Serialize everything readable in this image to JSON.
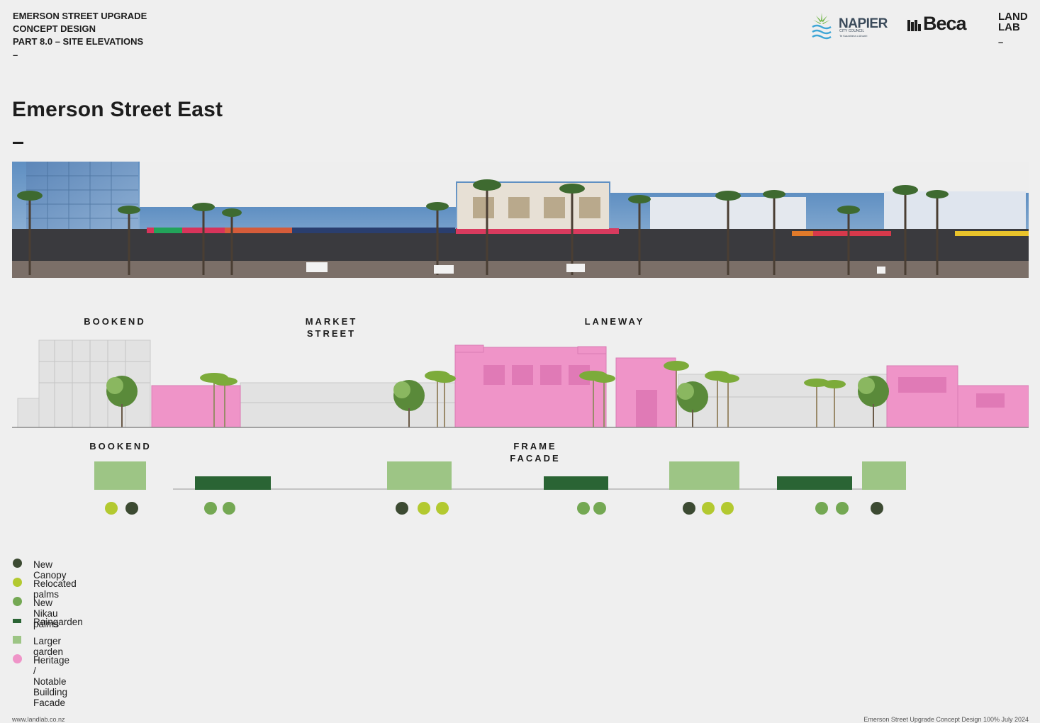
{
  "header": {
    "project": "EMERSON STREET UPGRADE",
    "stage": "CONCEPT DESIGN",
    "part": "PART 8.0 – SITE ELEVATIONS",
    "dash": "–"
  },
  "logos": {
    "napier": {
      "name": "NAPIER",
      "sub": "CITY COUNCIL",
      "sub2": "Te Kaunihera o Ahuriri",
      "icon": "napier-fern-icon"
    },
    "beca": {
      "name": "Beca",
      "icon": "beca-mark-icon"
    },
    "landlab": {
      "line1": "LAND",
      "line2": "LAB",
      "dash": "–"
    }
  },
  "page_title": "Emerson Street East",
  "title_dash": "–",
  "elevation_zones": {
    "bookend": "BOOKEND",
    "market_street_1": "MARKET",
    "market_street_2": "STREET",
    "laneway": "LANEWAY"
  },
  "plan_zones": {
    "bookend": "BOOKEND",
    "frame_1": "FRAME",
    "frame_2": "FACADE"
  },
  "colors": {
    "new_canopy": "#3c4a32",
    "relocated_palms": "#b3c930",
    "new_nikau_palms": "#74a853",
    "raingarden": "#2a6434",
    "larger_garden": "#9dc585",
    "heritage": "#ef94c8"
  },
  "legend": [
    {
      "key": "new_canopy",
      "label": "New Canopy",
      "shape": "circle"
    },
    {
      "key": "relocated_palms",
      "label": "Relocated palms",
      "shape": "circle"
    },
    {
      "key": "new_nikau_palms",
      "label": "New Nikau palms",
      "shape": "circle"
    },
    {
      "key": "raingarden",
      "label": "Raingarden",
      "shape": "bar"
    },
    {
      "key": "larger_garden",
      "label": "Larger garden",
      "shape": "square"
    },
    {
      "key": "heritage",
      "label": "Heritage / Notable Building Facade",
      "shape": "circle"
    }
  ],
  "footer": {
    "left": "www.landlab.co.nz",
    "right": "Emerson Street Upgrade   Concept Design 100%   July 2024"
  }
}
